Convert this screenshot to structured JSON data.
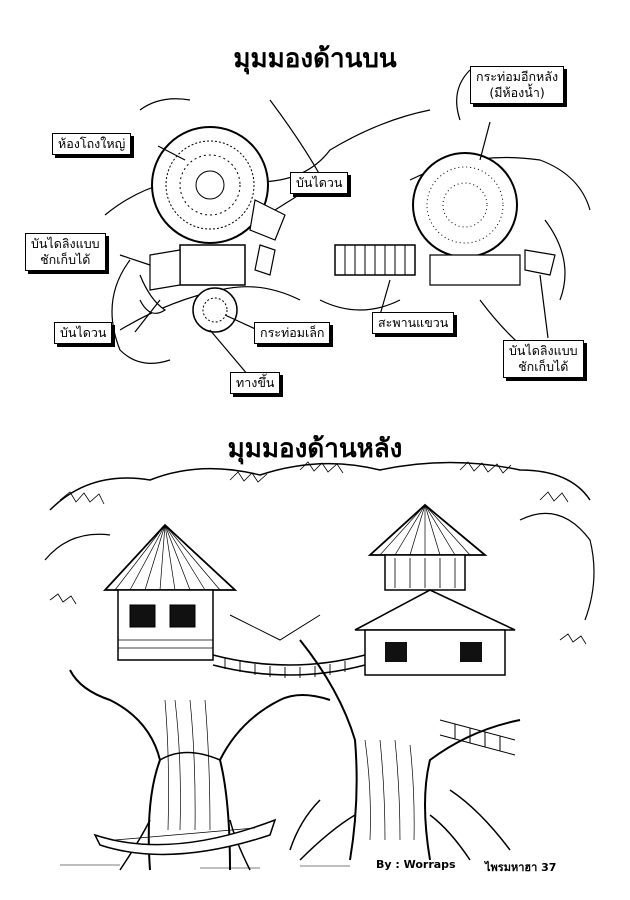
{
  "top_view": {
    "title": "มุมมองด้านบน",
    "labels": {
      "big_room": "ห้องโถงใหญ่",
      "hut_back_line1": "กระท่อมอีกหลัง",
      "hut_back_line2": "(มีห้องน้ำ)",
      "spiral_stair_1": "บันไดวน",
      "rope_ladder_left_line1": "บันไดลิงแบบ",
      "rope_ladder_left_line2": "ชักเก็บได้",
      "spiral_stair_2": "บันไดวน",
      "small_hut": "กระท่อมเล็ก",
      "suspension_bridge": "สะพานแขวน",
      "rope_ladder_right_line1": "บันไดลิงแบบ",
      "rope_ladder_right_line2": "ชักเก็บได้",
      "way_up": "ทางขึ้น"
    }
  },
  "back_view": {
    "title": "มุมมองด้านหลัง"
  },
  "footer": {
    "credit": "By : Worraps",
    "publication": "ไพรมหาฮา  37"
  }
}
